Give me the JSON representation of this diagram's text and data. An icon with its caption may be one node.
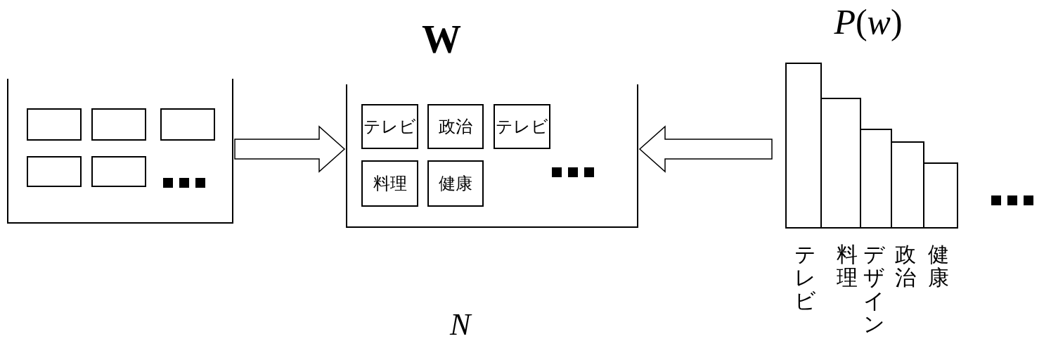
{
  "diagram": {
    "nodes": [
      {
        "text": [],
        "shape": "box"
      },
      {
        "text": [],
        "shape": "box",
        "in": 0
      },
      {
        "text": [],
        "shape": "box",
        "in": 0
      },
      {
        "text": [],
        "shape": "box",
        "in": 0
      },
      {
        "text": [],
        "shape": "box",
        "in": 0
      },
      {
        "text": [],
        "shape": "box",
        "in": 0
      },
      {
        "text": [],
        "shape": "box"
      },
      {
        "text": [
          "テレビ"
        ],
        "in": 6
      },
      {
        "text": [
          "政治"
        ],
        "in": 6
      },
      {
        "text": [
          "テレビ"
        ],
        "in": 6
      },
      {
        "text": [
          "料理"
        ],
        "in": 6
      },
      {
        "text": [
          "健康"
        ],
        "in": 6
      },
      {
        "text": [
          "*P*(*w*)"
        ],
        "beside": [
          "テレビ",
          "料理",
          "デザイン",
          "政治",
          "健康"
        ]
      }
    ],
    "edges": [
      {
        "from": 0,
        "to": 6,
        "arrow": "to"
      },
      {
        "from": 12,
        "to": 6,
        "arrow": "to"
      }
    ],
    "labels": [
      "W",
      "N"
    ]
  }
}
